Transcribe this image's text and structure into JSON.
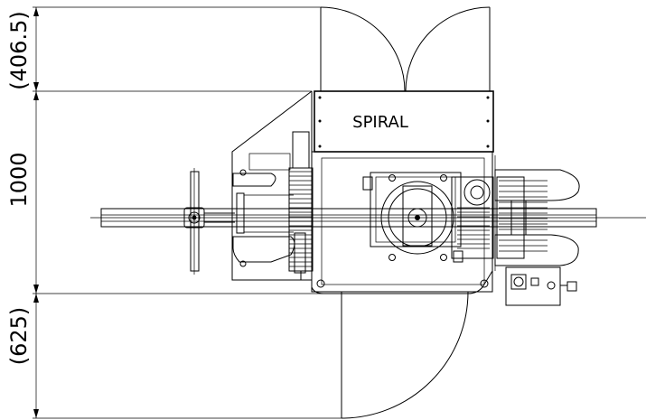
{
  "drawing": {
    "panel_label": "SPIRAL",
    "dimensions": {
      "top_clearance": "(406.5)",
      "machine_width": "1000",
      "bottom_clearance": "(625)"
    }
  }
}
